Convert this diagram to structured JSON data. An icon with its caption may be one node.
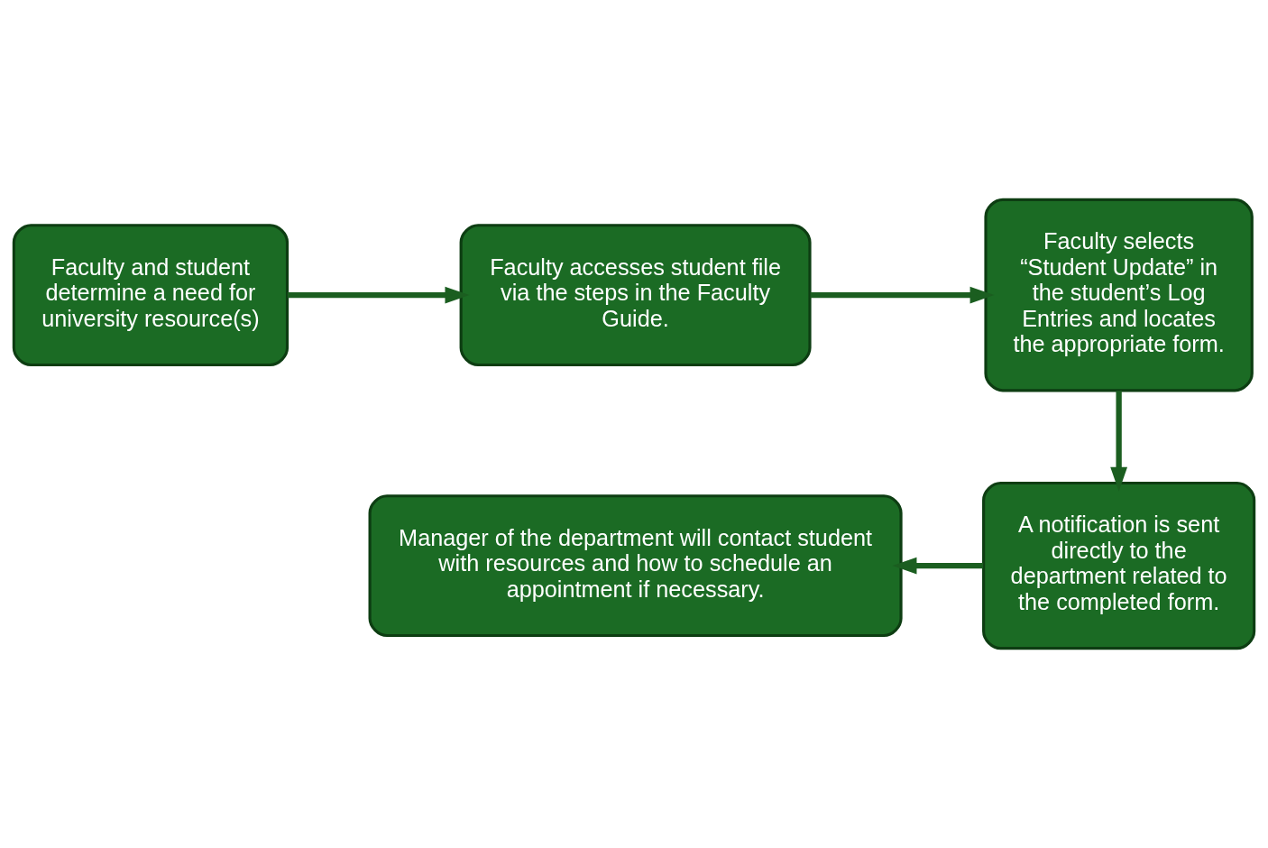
{
  "diagram": {
    "nodes": [
      {
        "text": [
          "Faculty and student determine a need for university resource(s)"
        ]
      },
      {
        "text": [
          "Faculty accesses student file via the steps in the Faculty Guide."
        ]
      },
      {
        "text": [
          "Faculty selects “Student Update” in the student’s Log Entries and locates the appropriate form."
        ]
      },
      {
        "text": [
          "A notification is sent directly to the department related to the completed form."
        ]
      },
      {
        "text": [
          "Manager of the department will contact student with resources and how to schedule an appointment if necessary."
        ]
      }
    ],
    "edges": [
      {
        "from": 0,
        "to": 1,
        "arrow": "to"
      },
      {
        "from": 1,
        "to": 2,
        "arrow": "to"
      },
      {
        "from": 2,
        "to": 3,
        "arrow": "to"
      },
      {
        "from": 3,
        "to": 4,
        "arrow": "to"
      }
    ]
  }
}
